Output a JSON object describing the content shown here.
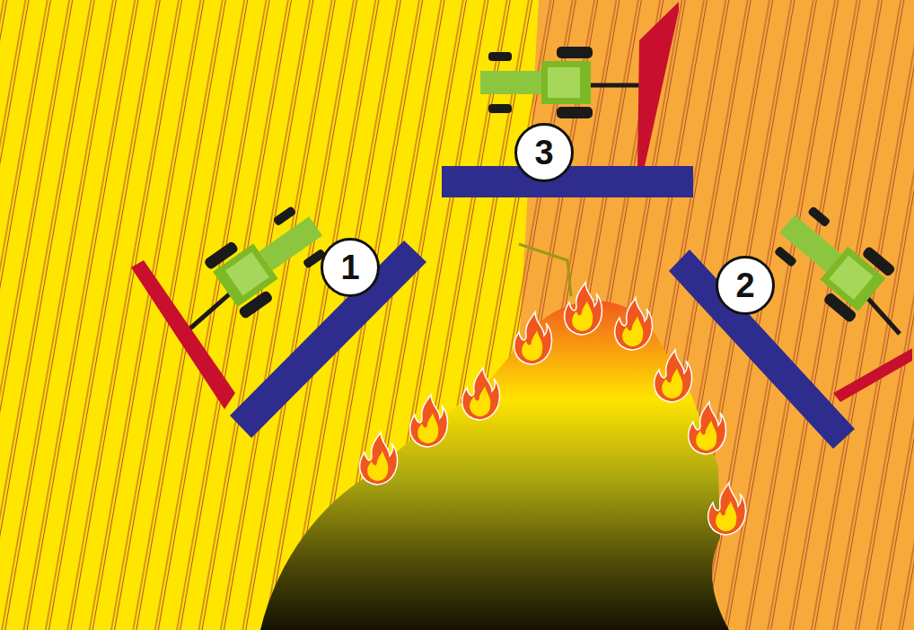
{
  "diagram": {
    "nodes": [
      {
        "text": [
          "3"
        ]
      },
      {
        "text": [
          "1"
        ]
      },
      {
        "text": [
          "2"
        ]
      }
    ]
  }
}
